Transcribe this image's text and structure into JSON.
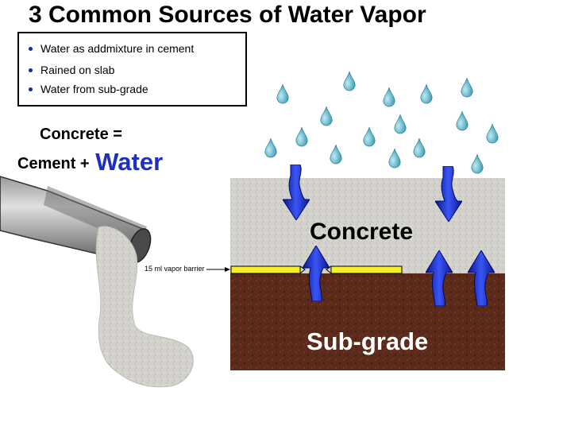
{
  "title": "3 Common Sources of Water Vapor",
  "sources": [
    "Water as addmixture in cement",
    "Rained on slab",
    "Water from sub-grade"
  ],
  "equation": {
    "line1": "Concrete =",
    "line2_prefix": "Cement +",
    "line2_emphasis": "Water"
  },
  "layers": {
    "concrete": "Concrete",
    "subgrade": "Sub-grade",
    "barrier": "15 ml vapor barrier"
  },
  "colors": {
    "water_drop": "#4fb3c9",
    "arrow": "#1e2fd8",
    "concrete": "#d4d2cc",
    "subgrade": "#5a2a1a",
    "barrier": "#f5ee2a",
    "water_text": "#1c2fc4"
  },
  "icons": [
    "water-drop-icon",
    "down-arrow-icon",
    "up-arrow-icon",
    "cement-chute-icon"
  ]
}
